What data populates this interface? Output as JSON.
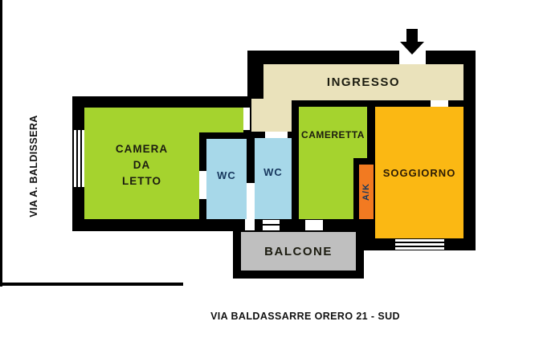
{
  "labels": {
    "ingresso": "INGRESSO",
    "camera_line1": "CAMERA",
    "camera_line2": "DA",
    "camera_line3": "LETTO",
    "wc1": "WC",
    "wc2": "WC",
    "cameretta": "CAMERETTA",
    "soggiorno": "SOGGIORNO",
    "ak": "A/K",
    "balcone": "BALCONE"
  },
  "streets": {
    "left_vertical": "VIA A. BALDISSERA",
    "bottom": "VIA BALDASSARRE ORERO 21 - SUD"
  },
  "icons": {
    "entrance": "arrow-down"
  },
  "colors": {
    "wall": "#000000",
    "bedroom_green": "#A5D32E",
    "wc_blue": "#A7D8E9",
    "entry_beige": "#EAE2BB",
    "living_orange": "#FBB813",
    "ak_orange": "#F27A21",
    "balcony_gray": "#BFBFBF",
    "label_dark": "#1C1C10",
    "label_brown": "#2B1B05",
    "label_navy": "#17375D"
  }
}
